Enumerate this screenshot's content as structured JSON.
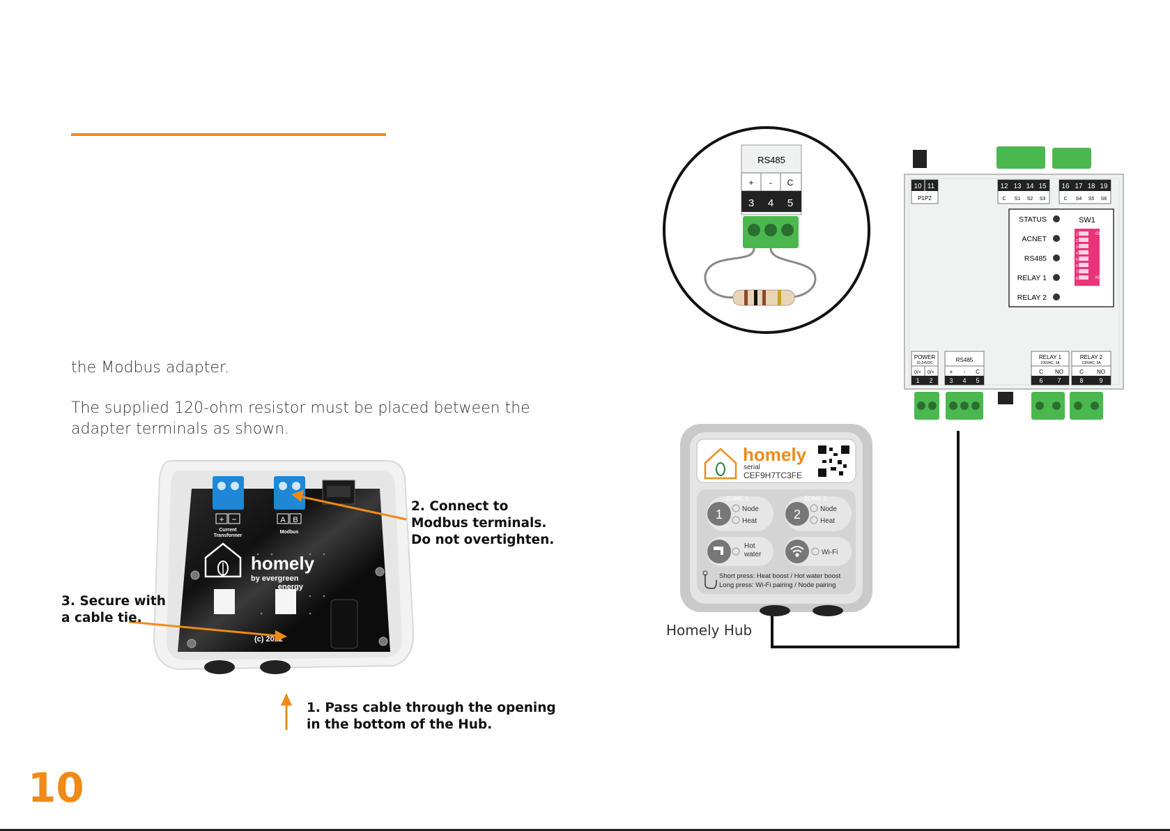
{
  "page_number": "10",
  "body": {
    "para1": "the Modbus adapter.",
    "para2_line1": "The supplied 120-ohm resistor must be placed between the",
    "para2_line2": "adapter terminals as shown."
  },
  "callouts": {
    "step2": [
      "2. Connect to",
      "Modbus terminals.",
      "Do not overtighten."
    ],
    "step3": [
      "3. Secure with",
      "a cable tie."
    ],
    "step1": [
      "1. Pass cable through the opening",
      "in the bottom of the Hub."
    ]
  },
  "pcb": {
    "ct_label": [
      "Current",
      "Transformer"
    ],
    "modbus_label": "Modbus",
    "plus": "+",
    "minus": "−",
    "a": "A",
    "b": "B",
    "brand": "homely",
    "brand_sub": [
      "by evergreen",
      "energy"
    ],
    "copyright": "(c)  2022"
  },
  "inset": {
    "title": "RS485",
    "pins": [
      "+",
      "-",
      "C"
    ],
    "nums": [
      "3",
      "4",
      "5"
    ]
  },
  "adapter": {
    "top_left_nums": [
      "10",
      "11"
    ],
    "top_left_label": "P1P2",
    "top_mid_nums": [
      "12",
      "13",
      "14",
      "15"
    ],
    "top_mid_labels": [
      "C",
      "S1",
      "S2",
      "S3"
    ],
    "top_right_nums": [
      "16",
      "17",
      "18",
      "19"
    ],
    "top_right_labels": [
      "C",
      "S4",
      "S5",
      "S6"
    ],
    "leds": [
      "STATUS",
      "ACNET",
      "RS485",
      "RELAY 1",
      "RELAY 2"
    ],
    "sw_label": "SW1",
    "sw_on": "ON",
    "sw_ke": "KE",
    "sw_nums": [
      "1",
      "2",
      "3",
      "4",
      "5",
      "6",
      "7",
      "8"
    ],
    "power_label": "POWER",
    "power_sub": "15-24VDC",
    "power_pins": [
      "0/+",
      "0/+"
    ],
    "power_nums": [
      "1",
      "2"
    ],
    "rs485_label": "RS485",
    "rs485_pins": [
      "+",
      "-",
      "C"
    ],
    "rs485_nums": [
      "3",
      "4",
      "5"
    ],
    "relay1_label": "RELAY 1",
    "relay1_sub": "230VAC, 3A",
    "relay1_pins": [
      "C",
      "NO"
    ],
    "relay1_nums": [
      "6",
      "7"
    ],
    "relay2_label": "RELAY 2",
    "relay2_sub": "230VAC, 3A",
    "relay2_pins": [
      "C",
      "NO"
    ],
    "relay2_nums": [
      "8",
      "9"
    ]
  },
  "hub": {
    "brand": "homely",
    "serial_label": "serial",
    "serial": "CEF9H7TC3FE",
    "zone1": "ZONE 1",
    "zone2": "ZONE 2",
    "zone1_num": "1",
    "zone2_num": "2",
    "node": "Node",
    "heat": "Heat",
    "hot_water": [
      "Hot",
      "water"
    ],
    "wifi": "Wi-Fi",
    "short_press": "Short press: Heat boost / Hot water boost",
    "long_press": "Long press: Wi-Fi pairing / Node pairing",
    "caption": "Homely Hub"
  },
  "colors": {
    "accent": "#ef8a17",
    "terminal_green": "#4bb84f",
    "terminal_blue": "#1e88d6",
    "dip_pink": "#e8357a"
  }
}
